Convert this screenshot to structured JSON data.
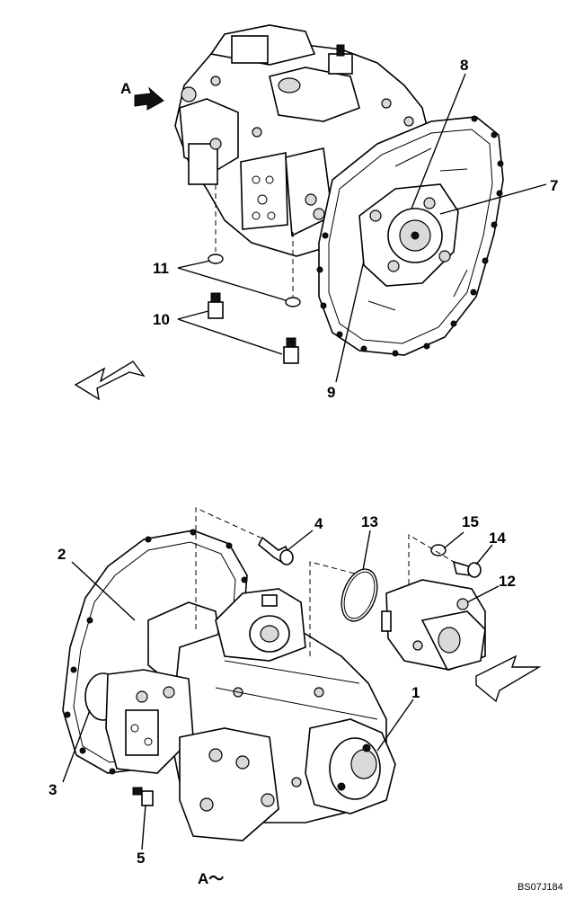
{
  "view_marker": "A",
  "view_caption": "A～",
  "drawing_code": "BS07J184",
  "callouts": {
    "c1": "1",
    "c2": "2",
    "c3": "3",
    "c4": "4",
    "c5": "5",
    "c7": "7",
    "c8": "8",
    "c9": "9",
    "c10": "10",
    "c11": "11",
    "c12": "12",
    "c13": "13",
    "c14": "14",
    "c15": "15"
  },
  "colors": {
    "line": "#000000",
    "background": "#ffffff",
    "shade": "#d9d9d9"
  }
}
